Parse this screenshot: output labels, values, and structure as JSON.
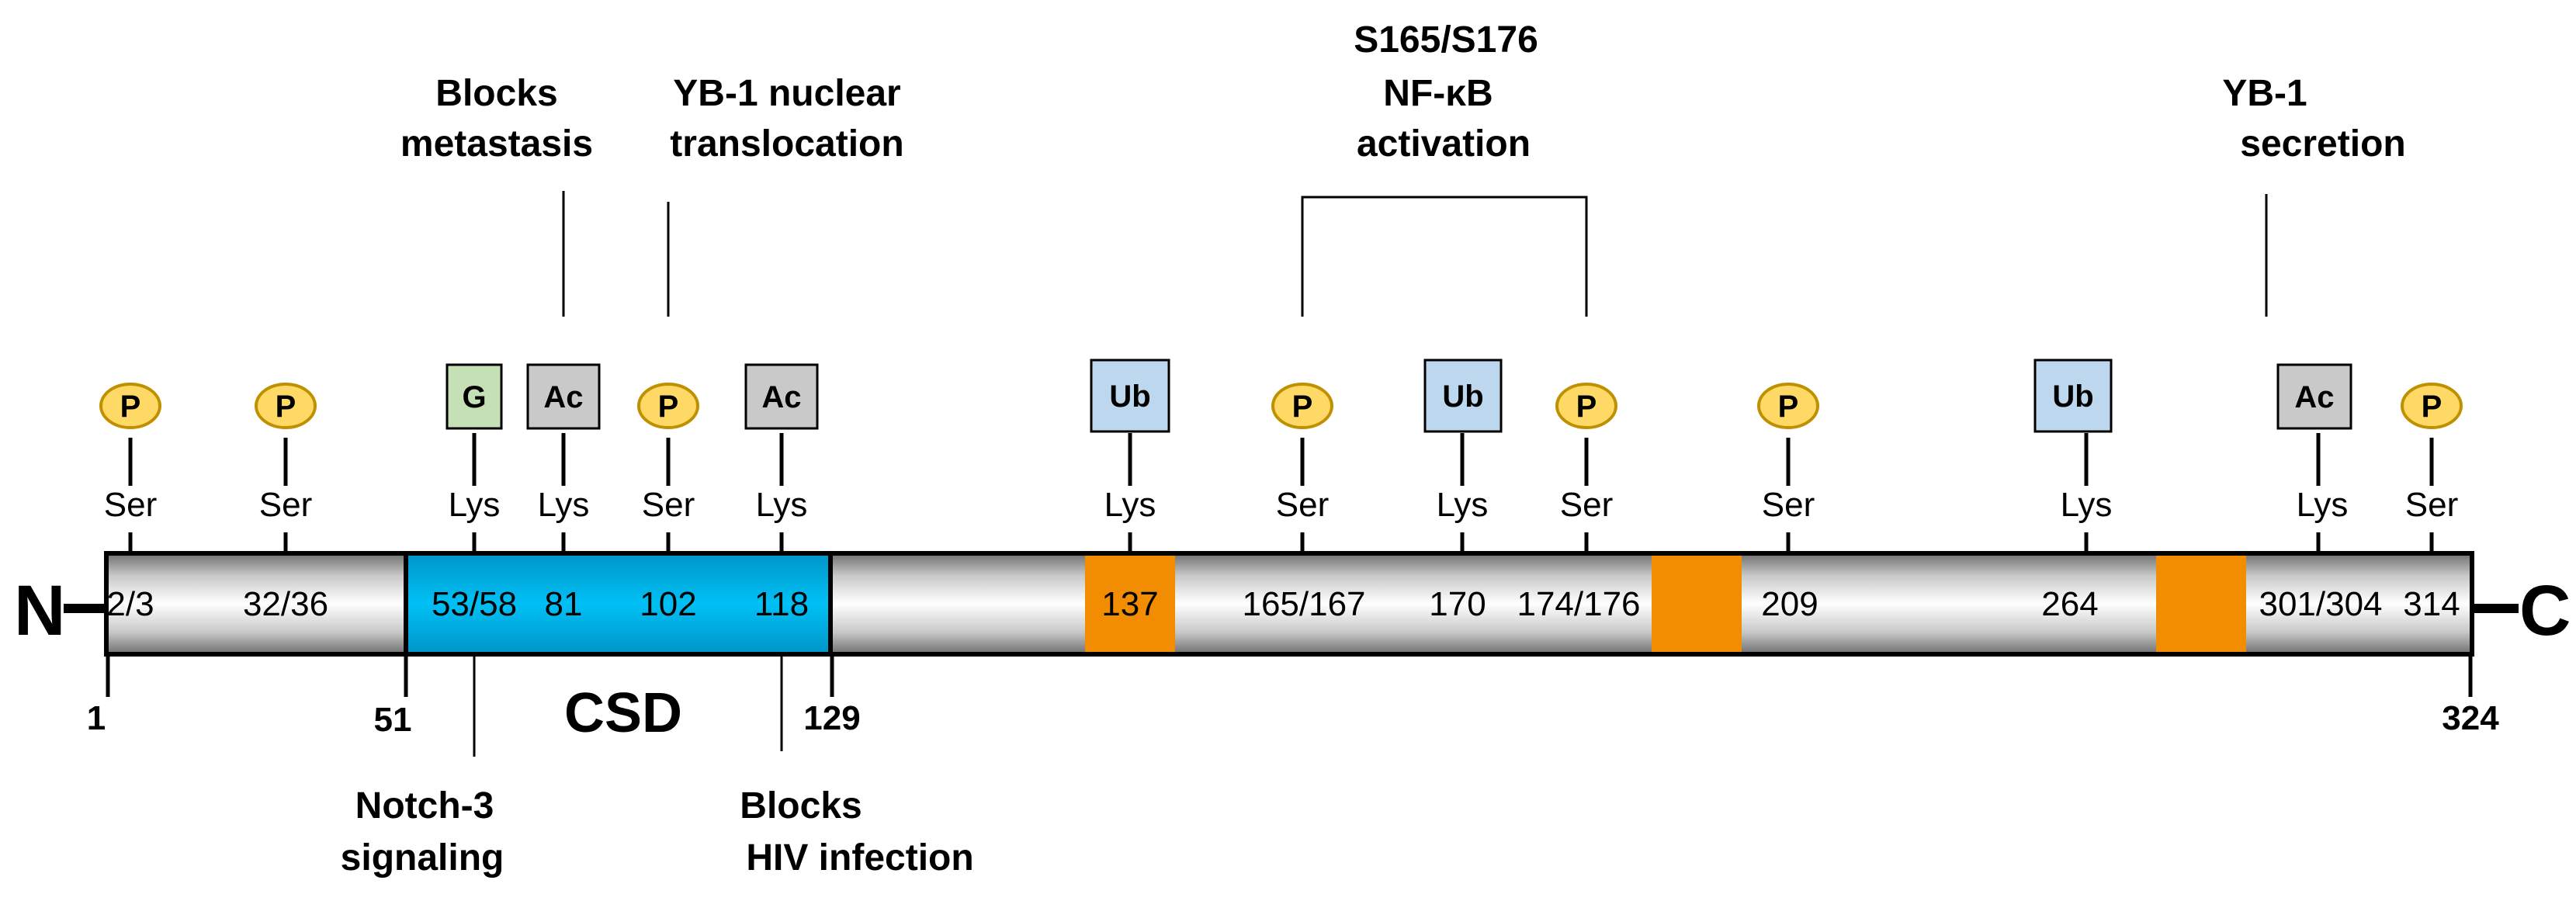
{
  "termini": {
    "n": "N",
    "c": "C"
  },
  "domain": {
    "name": "CSD",
    "start": "51",
    "end": "129"
  },
  "protein": {
    "first": "1",
    "last": "324"
  },
  "colors": {
    "csd": "#00aee8",
    "orange": "#f28c00",
    "phospho_fill": "#ffd966",
    "phospho_stroke": "#bf9000",
    "glyco_fill": "#c5e0b4",
    "acetyl_fill": "#c9c9c9",
    "ubiq_fill": "#bdd7ee"
  },
  "sites": [
    {
      "label": "2/3",
      "residue": "Ser",
      "mod": "P"
    },
    {
      "label": "32/36",
      "residue": "Ser",
      "mod": "P"
    },
    {
      "label": "53/58",
      "residue": "Lys",
      "mod": "G"
    },
    {
      "label": "81",
      "residue": "Lys",
      "mod": "Ac"
    },
    {
      "label": "102",
      "residue": "Ser",
      "mod": "P"
    },
    {
      "label": "118",
      "residue": "Lys",
      "mod": "Ac"
    },
    {
      "label": "137",
      "residue": "Lys",
      "mod": "Ub"
    },
    {
      "label": "165/167",
      "residue": "Ser",
      "mod": "P"
    },
    {
      "label": "170",
      "residue": "Lys",
      "mod": "Ub"
    },
    {
      "label": "174/176",
      "residue": "Ser",
      "mod": "P"
    },
    {
      "label": "209",
      "residue": "Ser",
      "mod": "P"
    },
    {
      "label": "264",
      "residue": "Lys",
      "mod": "Ub"
    },
    {
      "label": "301/304",
      "residue": "Lys",
      "mod": "Ac"
    },
    {
      "label": "314",
      "residue": "Ser",
      "mod": "P"
    }
  ],
  "annotations": {
    "blocks_metastasis": [
      "Blocks",
      "metastasis"
    ],
    "nuclear_translocation": [
      "YB-1 nuclear",
      "translocation"
    ],
    "nfkb": [
      "S165/S176",
      "NF-κB",
      "activation"
    ],
    "secretion": [
      "YB-1",
      "secretion"
    ],
    "notch": [
      "Notch-3",
      "signaling"
    ],
    "hiv": [
      "Blocks",
      "HIV infection"
    ]
  }
}
